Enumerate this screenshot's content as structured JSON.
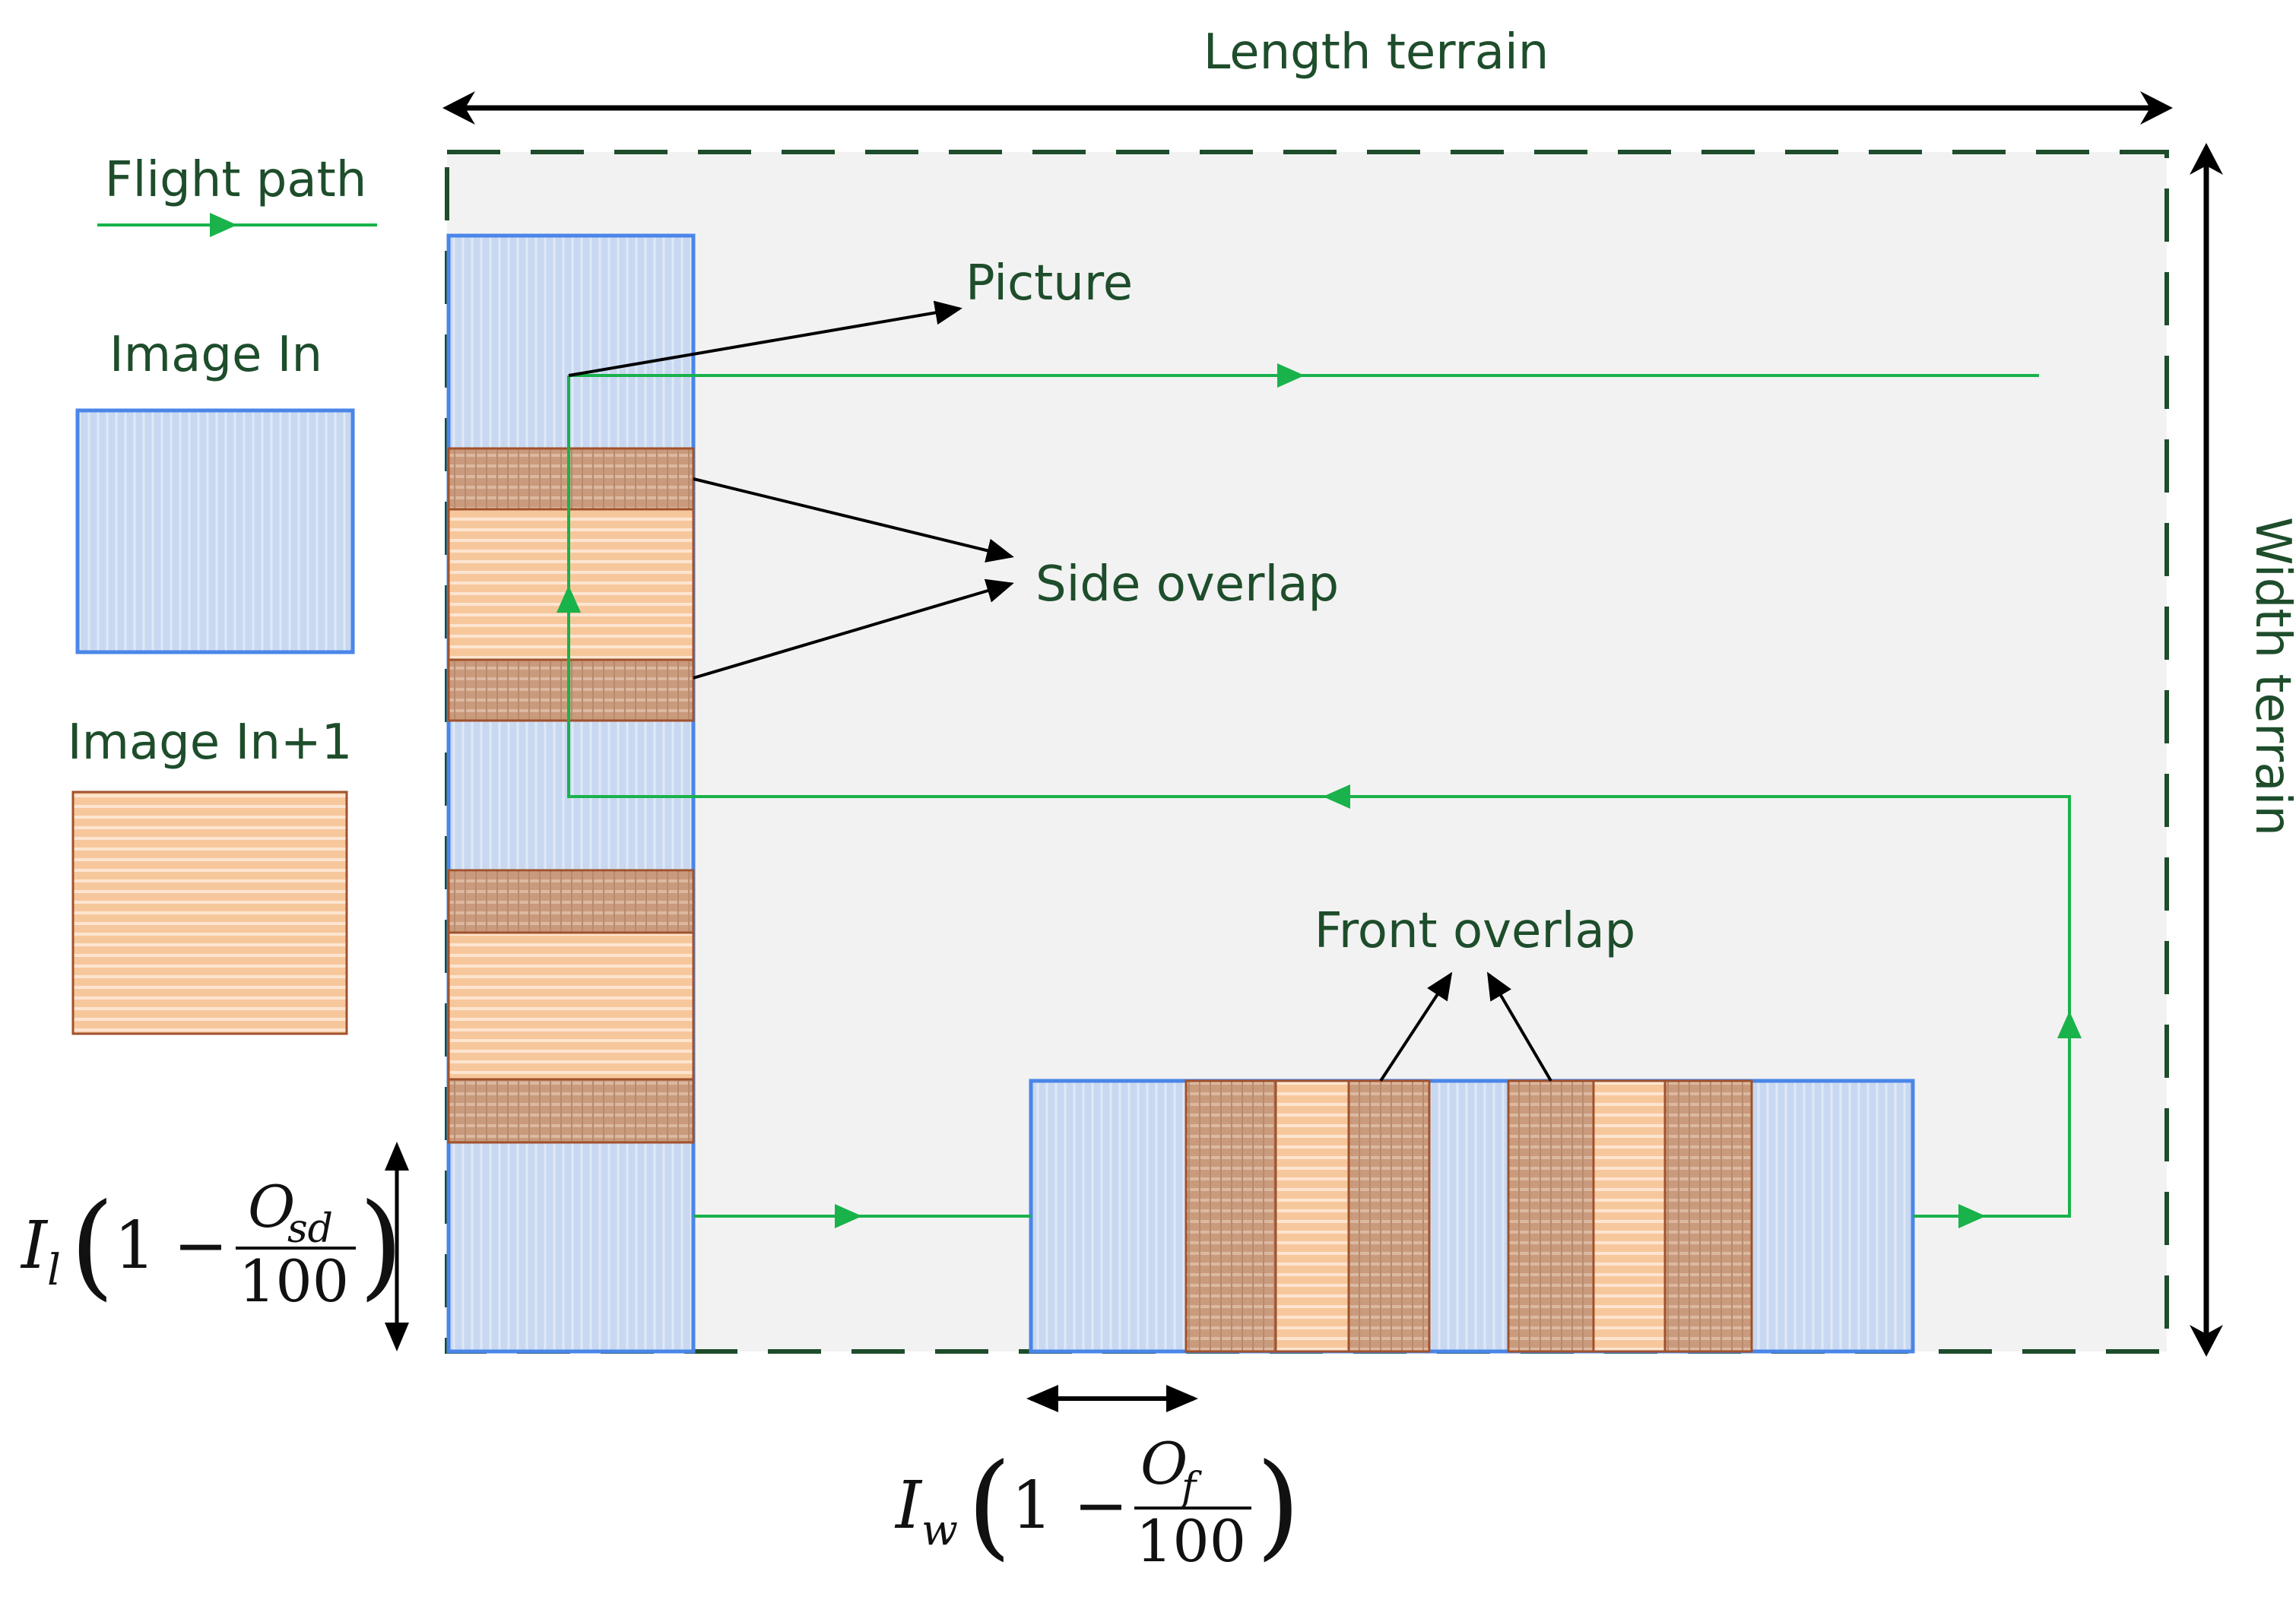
{
  "title": "",
  "labels": {
    "length_terrain": "Length terrain",
    "width_terrain": "Width terrain",
    "flight_path": "Flight path",
    "image_in": "Image In",
    "image_in1": "Image In+1",
    "picture": "Picture",
    "side_overlap": "Side overlap",
    "front_overlap": "Front overlap"
  },
  "formulas": {
    "side": {
      "var": "I",
      "sub": "l",
      "one": "1",
      "minus": "−",
      "num_var": "O",
      "num_sub": "sd",
      "den": "100",
      "lparen": "(",
      "rparen": ")"
    },
    "front": {
      "var": "I",
      "sub": "w",
      "one": "1",
      "minus": "−",
      "num_var": "O",
      "num_sub": "f",
      "den": "100",
      "lparen": "(",
      "rparen": ")"
    }
  },
  "colors": {
    "label_green": "#1e4d2b",
    "flight_green": "#19b24b",
    "terrain_dash": "#1e4d2b",
    "terrain_fill": "#f2f2f2",
    "image_blue_fill": "#c8d8f0",
    "image_blue_stroke": "#4a86e8",
    "image_orange_fill": "#f8c9a0",
    "image_orange_stroke": "#a0522d",
    "overlap_fill": "#c99a7c"
  }
}
